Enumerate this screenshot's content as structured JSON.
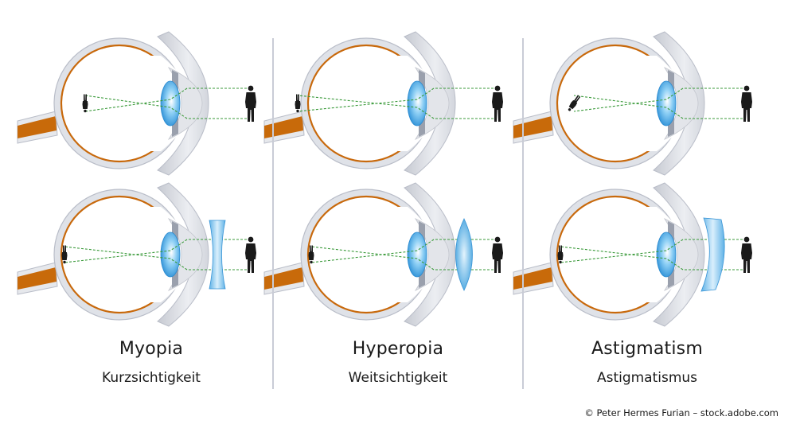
{
  "panels": [
    {
      "id": "myopia",
      "title": "Myopia",
      "subtitle": "Kurzsichtigkeit",
      "focus": "in-front-of-retina",
      "corrective_lens": "concave"
    },
    {
      "id": "hyperopia",
      "title": "Hyperopia",
      "subtitle": "Weitsichtigkeit",
      "focus": "behind-retina",
      "corrective_lens": "convex"
    },
    {
      "id": "astigmatism",
      "title": "Astigmatism",
      "subtitle": "Astigmatismus",
      "focus": "distorted",
      "corrective_lens": "cylindrical"
    }
  ],
  "credit": "© Peter Hermes Furian – stock.adobe.com",
  "colors": {
    "sclera": "#d8dbe2",
    "sclera_edge": "#b9bdc8",
    "retina": "#c8690c",
    "optic_nerve": "#c86a0a",
    "lens": "#3fa3e0",
    "lens_light": "#e8f6ff",
    "ray": "#3a9a3a",
    "figure": "#1a1a1a",
    "divider": "#c9ccd6"
  }
}
